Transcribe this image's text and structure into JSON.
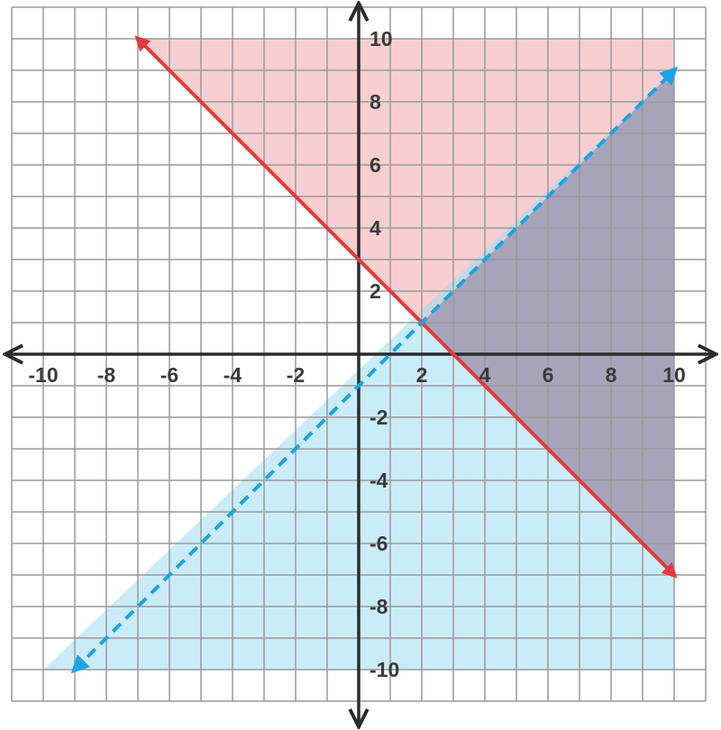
{
  "chart_data": {
    "type": "line",
    "title": "",
    "xlabel": "",
    "ylabel": "",
    "xlim": [
      -10,
      10
    ],
    "ylim": [
      -10,
      10
    ],
    "grid": true,
    "grid_step": 1,
    "x_ticks": [
      -10,
      -8,
      -6,
      -4,
      -2,
      2,
      4,
      6,
      8,
      10
    ],
    "y_ticks": [
      -10,
      -8,
      -6,
      -4,
      -2,
      2,
      4,
      6,
      8,
      10
    ],
    "x_tick_labels": [
      "-10",
      "-8",
      "-6",
      "-4",
      "-2",
      "2",
      "4",
      "6",
      "8",
      "10"
    ],
    "y_tick_labels": [
      "-10",
      "-8",
      "-6",
      "-4",
      "-2",
      "2",
      "4",
      "6",
      "8",
      "10"
    ],
    "series": [
      {
        "equation": "y = -x + 3",
        "line_style": "solid",
        "color": "#e03a3e",
        "x": [
          -7,
          10
        ],
        "y": [
          10,
          -7
        ],
        "shaded_region": "above",
        "shade_color": "#f4a6aa"
      },
      {
        "equation": "y = x - 1",
        "line_style": "dashed",
        "color": "#1aa3e8",
        "x": [
          -9,
          10
        ],
        "y": [
          -10,
          9
        ],
        "shaded_region": "below",
        "shade_color": "#9fdcf3"
      }
    ],
    "colors": {
      "grid": "#9a9a9a",
      "axes": "#2b2b2b",
      "overlap": "#8c7a98"
    }
  }
}
